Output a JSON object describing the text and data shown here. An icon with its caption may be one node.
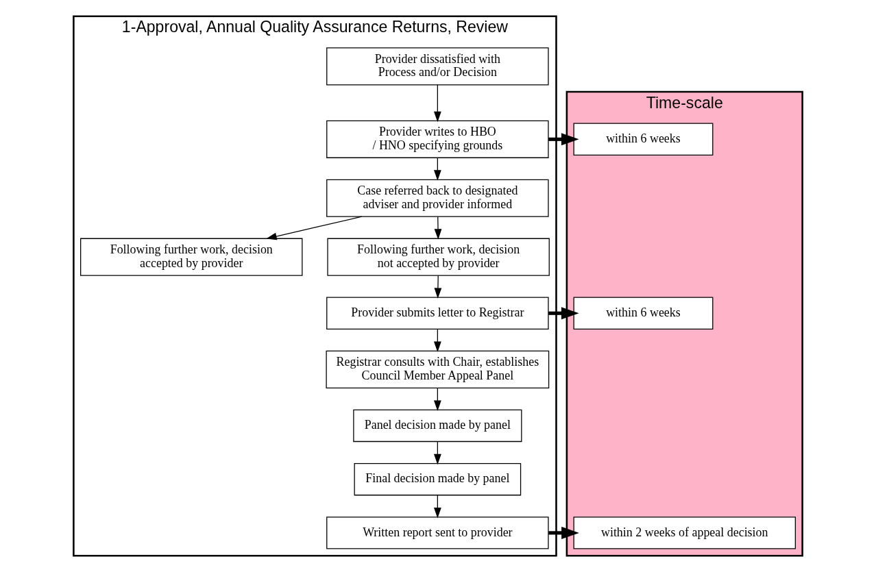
{
  "diagram": {
    "nodes": [
      {
        "text": [
          "1-Approval, Annual Quality Assurance Returns, Review"
        ]
      },
      {
        "text": [
          "Time-scale"
        ]
      },
      {
        "text": [
          "Provider dissatisfied with Process and/or Decision"
        ],
        "in": 0
      },
      {
        "text": [
          "Provider writes to HBO / HNO specifying grounds"
        ],
        "in": 0
      },
      {
        "text": [
          "within 6 weeks"
        ],
        "in": 1
      },
      {
        "text": [
          "Case referred back to designated adviser and provider informed"
        ],
        "in": 0
      },
      {
        "text": [
          "Following further work, decision accepted by provider"
        ],
        "in": 0
      },
      {
        "text": [
          "Following further work, decision not accepted by provider"
        ],
        "in": 0
      },
      {
        "text": [
          "Provider submits letter to Registrar"
        ],
        "in": 0
      },
      {
        "text": [
          "within 6 weeks"
        ],
        "in": 1
      },
      {
        "text": [
          "Registrar consults with Chair, establishes Council Member Appeal Panel"
        ],
        "in": 0
      },
      {
        "text": [
          "Panel decision made by panel"
        ],
        "in": 0
      },
      {
        "text": [
          "Final decision made by panel"
        ],
        "in": 0
      },
      {
        "text": [
          "Written report sent to provider"
        ],
        "in": 0
      },
      {
        "text": [
          "within 2 weeks of appeal decision"
        ],
        "in": 1
      }
    ],
    "edges": [
      {
        "from": 2,
        "to": 3,
        "arrow": "to"
      },
      {
        "from": 3,
        "to": 4,
        "arrow": "to",
        "style": "thick"
      },
      {
        "from": 3,
        "to": 5,
        "arrow": "to"
      },
      {
        "from": 5,
        "to": 6,
        "arrow": "to"
      },
      {
        "from": 5,
        "to": 7,
        "arrow": "to"
      },
      {
        "from": 7,
        "to": 8,
        "arrow": "to"
      },
      {
        "from": 8,
        "to": 9,
        "arrow": "to",
        "style": "thick"
      },
      {
        "from": 8,
        "to": 10,
        "arrow": "to"
      },
      {
        "from": 10,
        "to": 11,
        "arrow": "to"
      },
      {
        "from": 11,
        "to": 12,
        "arrow": "to"
      },
      {
        "from": 12,
        "to": 13,
        "arrow": "to"
      },
      {
        "from": 13,
        "to": 14,
        "arrow": "to",
        "style": "thick"
      }
    ]
  }
}
